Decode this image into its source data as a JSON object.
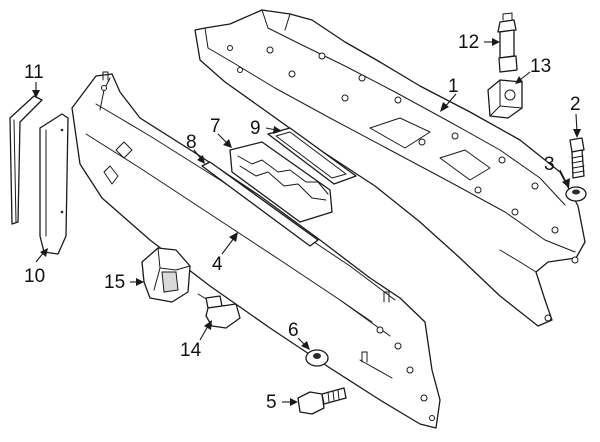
{
  "callouts": [
    {
      "id": "1",
      "label": "1"
    },
    {
      "id": "2",
      "label": "2"
    },
    {
      "id": "3",
      "label": "3"
    },
    {
      "id": "4",
      "label": "4"
    },
    {
      "id": "5",
      "label": "5"
    },
    {
      "id": "6",
      "label": "6"
    },
    {
      "id": "7",
      "label": "7"
    },
    {
      "id": "8",
      "label": "8"
    },
    {
      "id": "9",
      "label": "9"
    },
    {
      "id": "10",
      "label": "10"
    },
    {
      "id": "11",
      "label": "11"
    },
    {
      "id": "12",
      "label": "12"
    },
    {
      "id": "13",
      "label": "13"
    },
    {
      "id": "14",
      "label": "14"
    },
    {
      "id": "15",
      "label": "15"
    }
  ],
  "colors": {
    "line": "#1a1a1a",
    "background": "#ffffff"
  }
}
